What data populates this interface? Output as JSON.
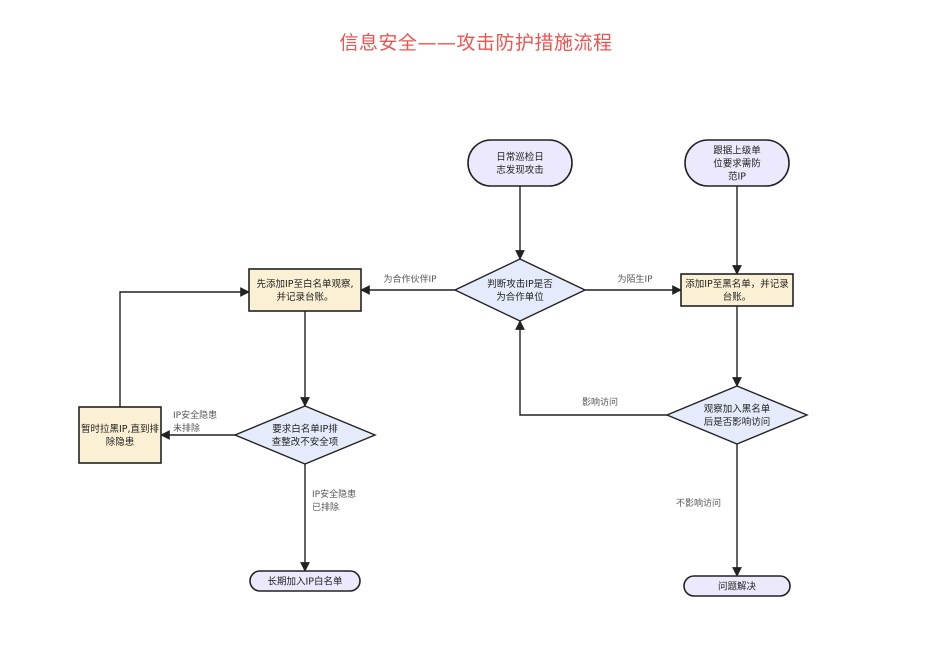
{
  "title": "信息安全——攻击防护措施流程",
  "colors": {
    "title": "#ef5350",
    "terminal_fill": "#ede9fc",
    "process_fill": "#fbf0d3",
    "decision_fill": "#e6ebfb",
    "stroke": "#222222",
    "label": "#555555"
  },
  "nodes": {
    "start_patrol": {
      "type": "terminal",
      "lines": [
        "日常巡检日",
        "志发现攻击"
      ]
    },
    "start_superior": {
      "type": "terminal",
      "lines": [
        "跟据上级单",
        "位要求需防",
        "范IP"
      ]
    },
    "decide_partner": {
      "type": "decision",
      "lines": [
        "判断攻击IP是否",
        "为合作单位"
      ]
    },
    "whitelist_observe": {
      "type": "process",
      "lines": [
        "先添加IP至白名单观察,",
        "并记录台账。"
      ]
    },
    "blacklist_add": {
      "type": "process",
      "lines": [
        "添加IP至黑名单，并记录",
        "台账。"
      ]
    },
    "require_fix": {
      "type": "decision",
      "lines": [
        "要求白名单IP排",
        "查整改不安全项"
      ]
    },
    "temp_block": {
      "type": "process",
      "lines": [
        "暂时拉黑IP,直到排",
        "除隐患"
      ]
    },
    "observe_blacklist": {
      "type": "decision",
      "lines": [
        "观察加入黑名单",
        "后是否影响访问"
      ]
    },
    "long_whitelist": {
      "type": "terminal",
      "lines": [
        "长期加入IP白名单"
      ]
    },
    "resolved": {
      "type": "terminal",
      "lines": [
        "问题解决"
      ]
    }
  },
  "edges": [
    {
      "from": "start_patrol",
      "to": "decide_partner",
      "label": []
    },
    {
      "from": "start_superior",
      "to": "blacklist_add",
      "label": []
    },
    {
      "from": "decide_partner",
      "to": "whitelist_observe",
      "label": [
        "为合作伙伴IP"
      ]
    },
    {
      "from": "decide_partner",
      "to": "blacklist_add",
      "label": [
        "为陌生IP"
      ]
    },
    {
      "from": "whitelist_observe",
      "to": "require_fix",
      "label": []
    },
    {
      "from": "require_fix",
      "to": "temp_block",
      "label": [
        "IP安全隐患",
        "未排除"
      ]
    },
    {
      "from": "require_fix",
      "to": "long_whitelist",
      "label": [
        "IP安全隐患",
        "已排除"
      ]
    },
    {
      "from": "temp_block",
      "to": "whitelist_observe",
      "label": []
    },
    {
      "from": "blacklist_add",
      "to": "observe_blacklist",
      "label": []
    },
    {
      "from": "observe_blacklist",
      "to": "decide_partner",
      "label": [
        "影响访问"
      ]
    },
    {
      "from": "observe_blacklist",
      "to": "resolved",
      "label": [
        "不影响访问"
      ]
    }
  ]
}
